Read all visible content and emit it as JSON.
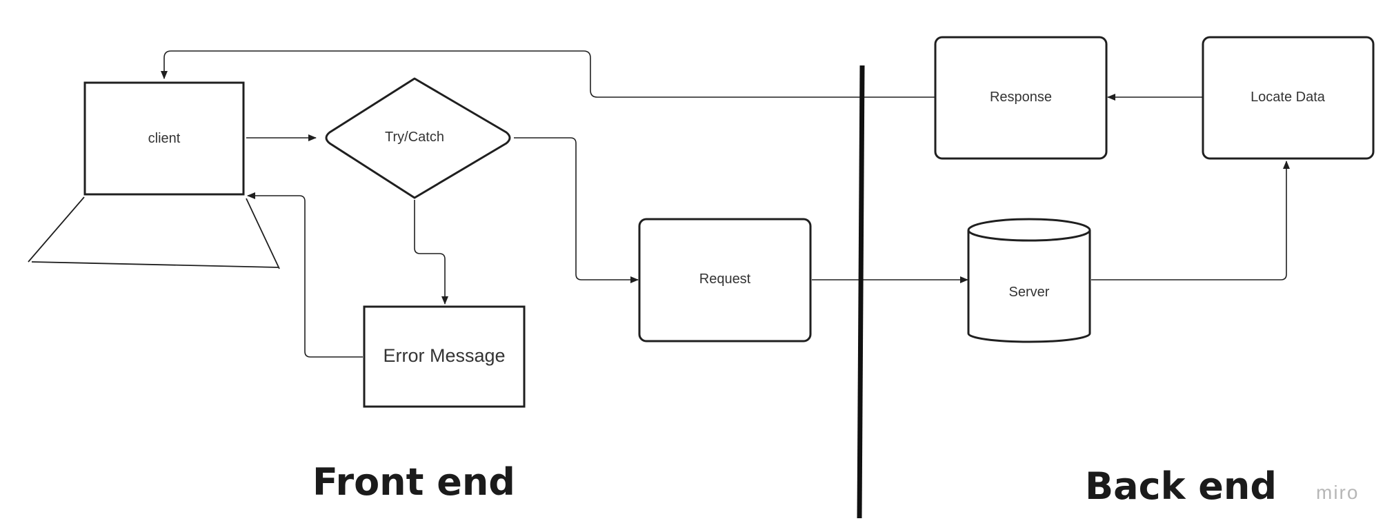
{
  "nodes": {
    "client": "client",
    "try_catch": "Try/Catch",
    "error_message": "Error Message",
    "request": "Request",
    "server": "Server",
    "response": "Response",
    "locate_data": "Locate Data"
  },
  "sections": {
    "front_end": "Front end",
    "back_end": "Back end"
  },
  "watermark": "miro",
  "edges": [
    {
      "from": "client",
      "to": "try_catch"
    },
    {
      "from": "try_catch",
      "to": "error_message"
    },
    {
      "from": "error_message",
      "to": "client"
    },
    {
      "from": "try_catch",
      "to": "request"
    },
    {
      "from": "request",
      "to": "server"
    },
    {
      "from": "server",
      "to": "locate_data"
    },
    {
      "from": "locate_data",
      "to": "response"
    },
    {
      "from": "response",
      "to": "client"
    }
  ]
}
